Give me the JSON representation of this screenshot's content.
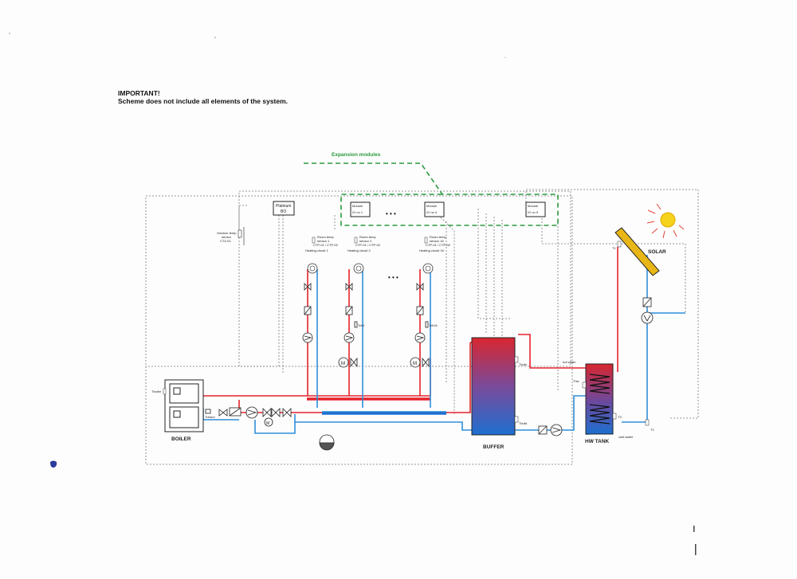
{
  "note": {
    "title": "IMPORTANT!",
    "subtitle": "Scheme does not include all elements of the system."
  },
  "expansion_label": "Expansion modules",
  "controller": {
    "line1": "Platinum",
    "line2": "BO"
  },
  "modules": [
    {
      "name": "Module",
      "id": "IO no 1"
    },
    {
      "name": "Module",
      "id": "IO no 4"
    },
    {
      "name": "Module",
      "id": "IO no 5"
    }
  ],
  "ellipsis": "• • •",
  "outdoor_sensor": {
    "l1": "Outdoor temp",
    "l2": "sensor",
    "l3": "CTZ-01"
  },
  "room_sensors": [
    {
      "l1": "Room temp",
      "l2": "sensor 1",
      "l3": "CTP-01 / CTP-02"
    },
    {
      "l1": "Room temp",
      "l2": "sensor 2",
      "l3": "CTP-01 / CTP-02"
    },
    {
      "l1": "Room temp",
      "l2": "sensor 16",
      "l3": "CTP-01 / CTP-02"
    }
  ],
  "heating_circuits": [
    "Heating circuit 1",
    "Heating circuit 2",
    "Heating circuit 16"
  ],
  "sensor_tags": {
    "tch2": "Tch2",
    "tch16": "Tch16",
    "tboiler": "Tboiler",
    "treturn": "Treturn",
    "tbufu": "Tbufu",
    "tbufd": "Tbufd",
    "thw": "Thw",
    "t1": "T1",
    "t2": "T2",
    "t3": "T3"
  },
  "components": {
    "boiler": "BOILER",
    "buffer": "BUFFER",
    "hw_tank": "HW TANK",
    "solar": "SOLAR"
  },
  "pipes": {
    "hot_water": "hot water",
    "cold_water": "cold water"
  },
  "colors": {
    "hot": "#e5232b",
    "cold": "#2f8fd8",
    "green_dashed": "#2a9a3a",
    "sun": "#f5d21b",
    "collector": "#e8b617"
  }
}
